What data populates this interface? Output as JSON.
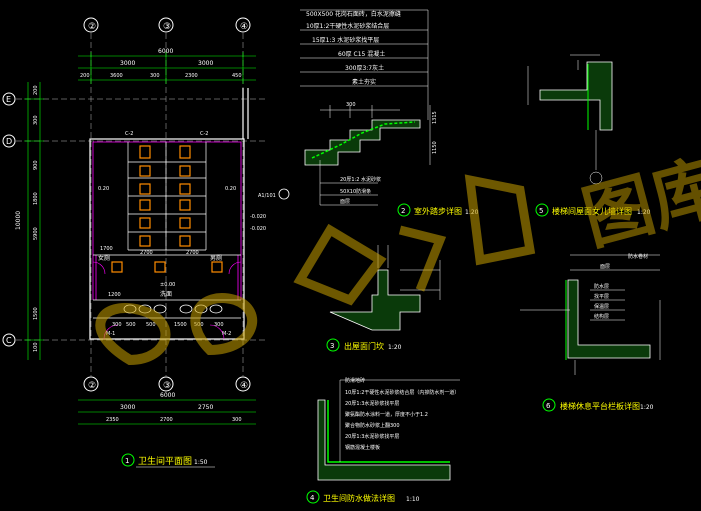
{
  "plan": {
    "grid_labels": [
      "②",
      "③",
      "④",
      "④",
      "③",
      "②"
    ],
    "axis_labels": [
      "E",
      "D",
      "C"
    ],
    "top_dims_total": "6000",
    "top_dims": [
      "3000",
      "3000"
    ],
    "top_dims_small": [
      "200",
      "3600",
      "300",
      "2300",
      "450"
    ],
    "side_dims": [
      "200",
      "300",
      "900",
      "1800",
      "5900",
      "1500",
      "100"
    ],
    "left_total": "10000",
    "bottom_dims": [
      "6000",
      "3000",
      "2750",
      "2350",
      "2700",
      "300"
    ],
    "room_labels": [
      "女厕",
      "男厕",
      "洗面",
      "C-2",
      "C-2",
      "M-1",
      "M-2"
    ],
    "dims_inner": [
      "1700",
      "2700",
      "2700",
      "1200",
      "500",
      "500",
      "500",
      "300",
      "300",
      "1500",
      "0.20",
      "0.20"
    ],
    "elevations": [
      "±0.00",
      "-0.020",
      "-0.020"
    ],
    "side_note": "A1/101",
    "title": "卫生间平面图",
    "title_num": "1",
    "scale": "1:50"
  },
  "detail2": {
    "notes": [
      "500X500 花岗石面砖，白水泥擦缝",
      "10厚1:2干硬性水泥砂浆结合层",
      "15厚1:3 水泥砂浆找平层",
      "60厚 C15 混凝土",
      "300厚3:7灰土",
      "素土夯实"
    ],
    "dims": [
      "1315",
      "1150",
      "300"
    ],
    "small_notes": [
      "20厚1:2 水泥砂浆",
      "50X10防滑条",
      "面层"
    ],
    "title": "室外踏步详图",
    "num": "2",
    "scale": "1:20"
  },
  "detail3": {
    "title": "出屋面门坎",
    "num": "3",
    "scale": "1:20"
  },
  "detail4": {
    "notes": [
      "防滑地砖",
      "10厚1:2干硬性水泥砂浆结合层（内掺防水剂一道）",
      "20厚1:3水泥砂浆找平层",
      "聚氨酯防水涂料一道，厚度不小于1.2",
      "聚合物防水砂浆上翻300",
      "20厚1:3水泥砂浆找平层",
      "钢筋混凝土楼板"
    ],
    "title": "卫生间防水做法详图",
    "num": "4",
    "scale": "1:10"
  },
  "detail5": {
    "title": "楼梯间屋面女儿墙详图",
    "num": "5",
    "scale": "1:20"
  },
  "detail6": {
    "notes": [
      "防水卷材",
      "面层",
      "防水层",
      "找平层",
      "保温层",
      "结构层"
    ],
    "title": "楼梯休息平台栏板详图",
    "num": "6",
    "scale": "1:20"
  },
  "watermark": "图库",
  "colors": {
    "background": "#000000",
    "lines": "#ffffff",
    "dims": "#00ff00",
    "walls": "#ff00ff",
    "fixtures": "#ff8c00",
    "text": "#ffffff",
    "titles": "#ffff00",
    "hatch": "#00ff00",
    "watermark": "#c8a000"
  }
}
